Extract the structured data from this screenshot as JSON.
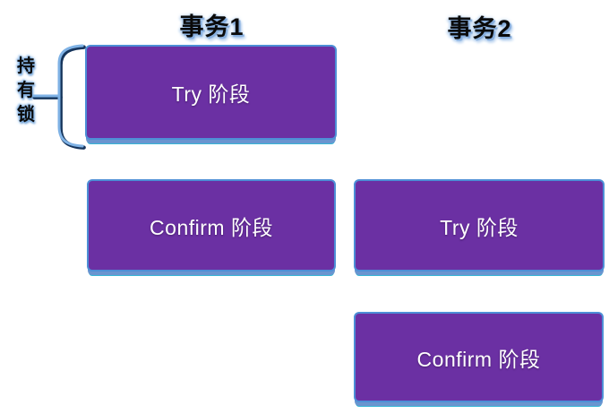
{
  "diagram": {
    "column1_title": "事务1",
    "column2_title": "事务2",
    "side_label": "持有锁",
    "transaction1": {
      "try_label": "Try 阶段",
      "confirm_label": "Confirm 阶段"
    },
    "transaction2": {
      "try_label": "Try 阶段",
      "confirm_label": "Confirm 阶段"
    },
    "colors": {
      "box_fill": "#6b30a3",
      "box_border_blue": "#4d8fd6",
      "box_bottom_band": "#6a95cf",
      "box_cyan_accent": "#38b6d6",
      "header_glow": "#85addd",
      "brace_dark": "#16355c",
      "brace_light": "#7fb2e5",
      "box_text": "#ffffff",
      "header_text": "#0a0a0a",
      "background": "#ffffff"
    }
  }
}
